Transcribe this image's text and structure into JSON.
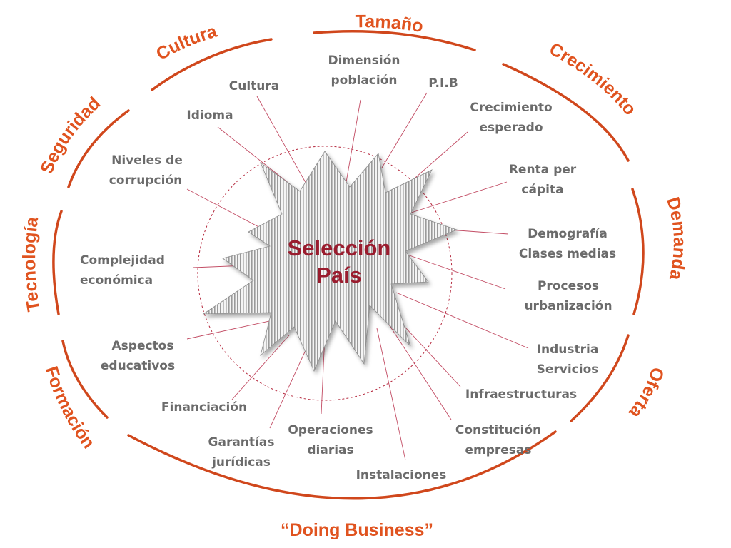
{
  "center": {
    "line1": "Selección",
    "line2": "País"
  },
  "categories": {
    "tamano": "Tamaño",
    "crecimiento": "Crecimiento",
    "demanda": "Demanda",
    "oferta": "Oferta",
    "doing_business": "“Doing Business”",
    "formacion": "Formación",
    "tecnologia": "Tecnología",
    "seguridad": "Seguridad",
    "cultura": "Cultura"
  },
  "factors": {
    "dimension_l1": "Dimensión",
    "dimension_l2": "población",
    "pib": "P.I.B",
    "crecimiento_l1": "Crecimiento",
    "crecimiento_l2": "esperado",
    "renta_l1": "Renta per",
    "renta_l2": "cápita",
    "demografia_l1": "Demografía",
    "demografia_l2": "Clases medias",
    "procesos_l1": "Procesos",
    "procesos_l2": "urbanización",
    "industria_l1": "Industria",
    "industria_l2": "Servicios",
    "infraestructuras": "Infraestructuras",
    "constitucion_l1": "Constitución",
    "constitucion_l2": "empresas",
    "instalaciones": "Instalaciones",
    "operaciones_l1": "Operaciones",
    "operaciones_l2": "diarias",
    "garantias_l1": "Garantías",
    "garantias_l2": "jurídicas",
    "financiacion": "Financiación",
    "aspectos_l1": "Aspectos",
    "aspectos_l2": "educativos",
    "complejidad_l1": "Complejidad",
    "complejidad_l2": "económica",
    "niveles_l1": "Niveles de",
    "niveles_l2": "corrupción",
    "idioma": "Idioma",
    "cultura": "Cultura"
  },
  "colors": {
    "category": "#e0531f",
    "ring": "#d0471c",
    "factor_text": "#6b6b6b",
    "center_text": "#9a1c2e",
    "connector": "#c24b63",
    "star_stripe": "#9a9a9a"
  }
}
